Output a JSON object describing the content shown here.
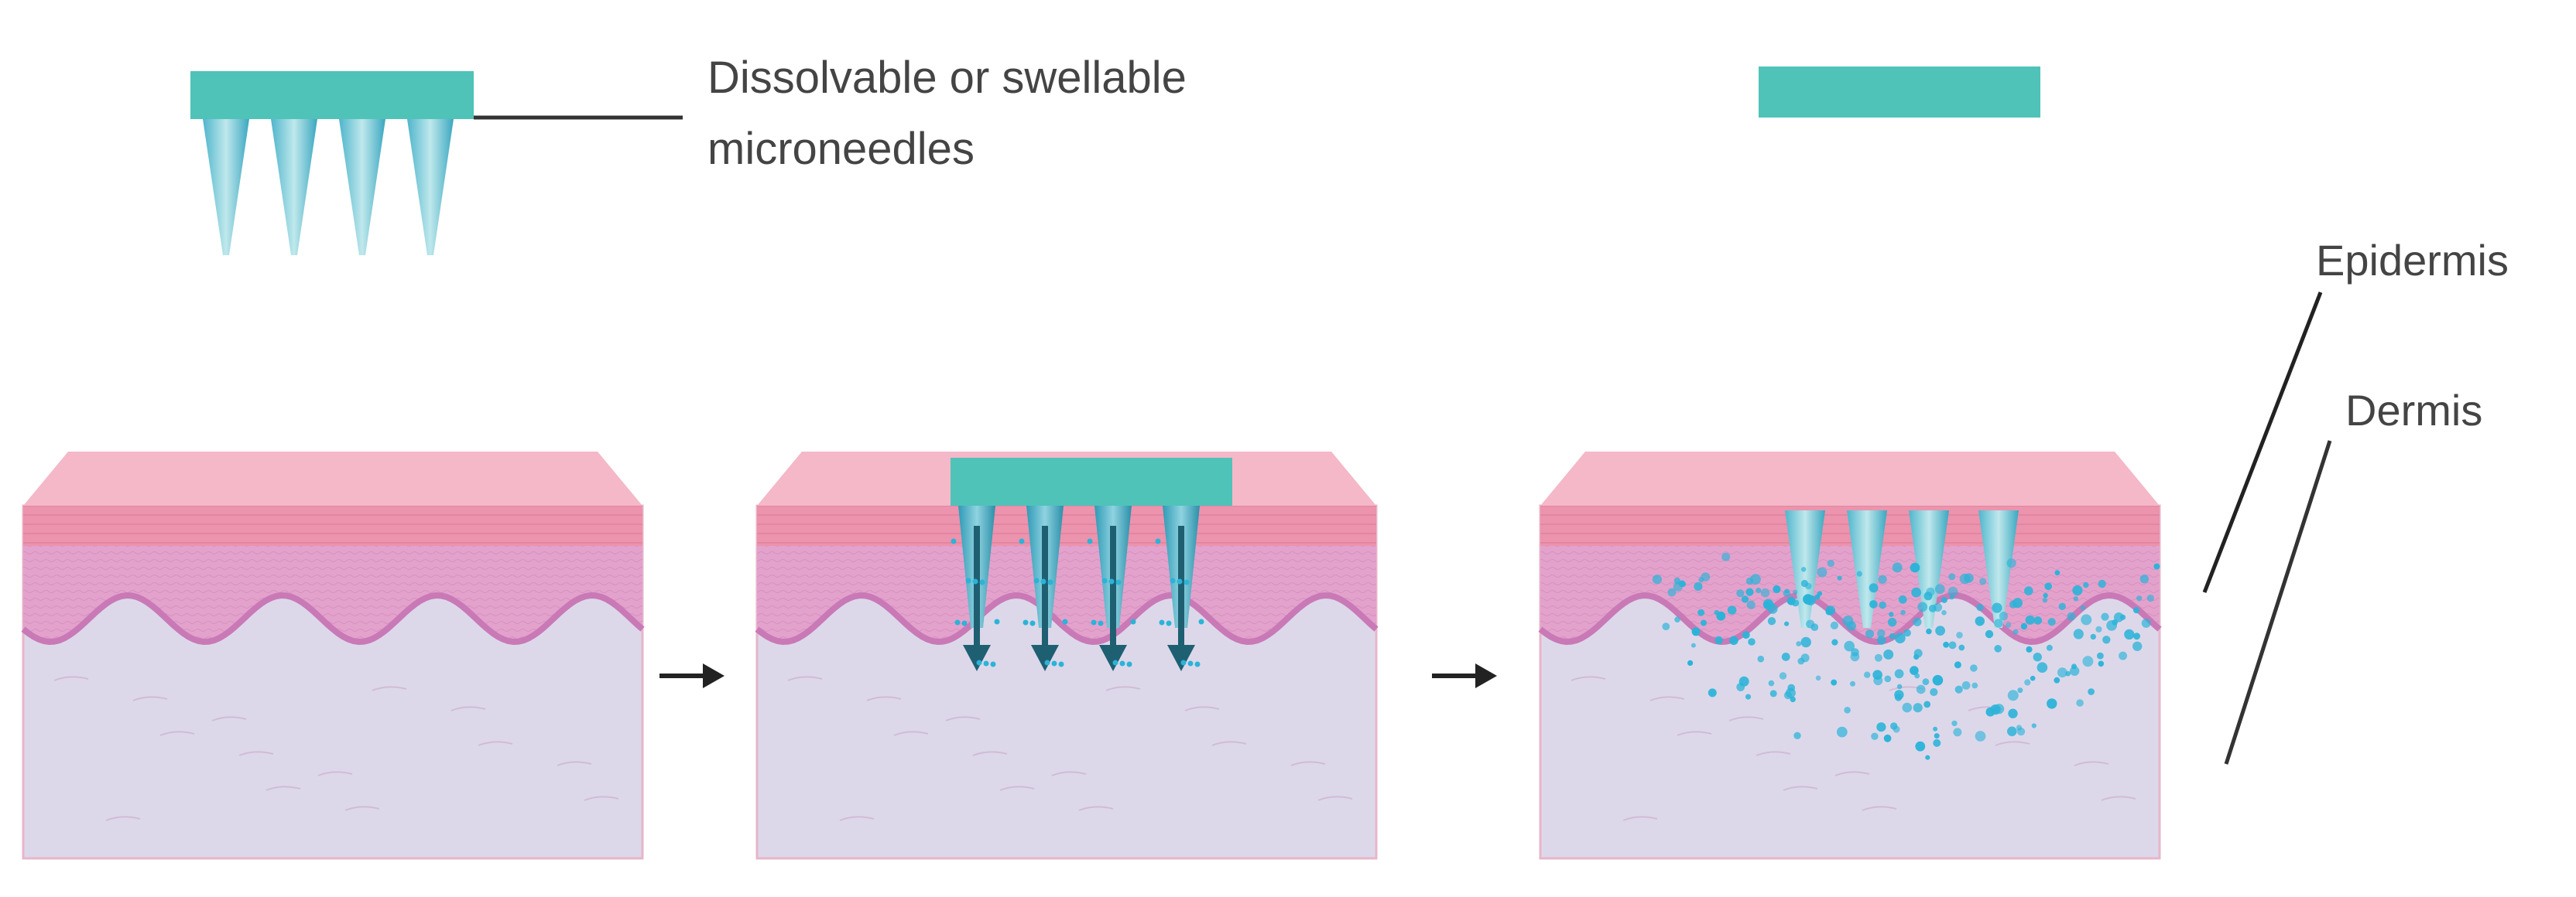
{
  "labels": {
    "microneedle_line1": "Dissolvable or swellable",
    "microneedle_line2": "microneedles",
    "epidermis": "Epidermis",
    "dermis": "Dermis"
  },
  "colors": {
    "patch_teal": "#4fc3b8",
    "needle_light": "#bfe8ec",
    "needle_dark": "#3aa7c0",
    "needle_arrow": "#1f5f72",
    "skin_top_face": "#f4b8c8",
    "skin_stratum": "#ea8fa9",
    "epidermis_pink": "#e6a6cf",
    "epidermis_edge": "#c979b6",
    "dermis_lavender": "#dcd8ea",
    "drug_dot": "#2bb3d8",
    "arrow_black": "#222222",
    "leader_line": "#333333"
  },
  "icons": {
    "process_arrow": "right-arrow-icon",
    "delivery_arrow": "down-arrow-icon"
  }
}
